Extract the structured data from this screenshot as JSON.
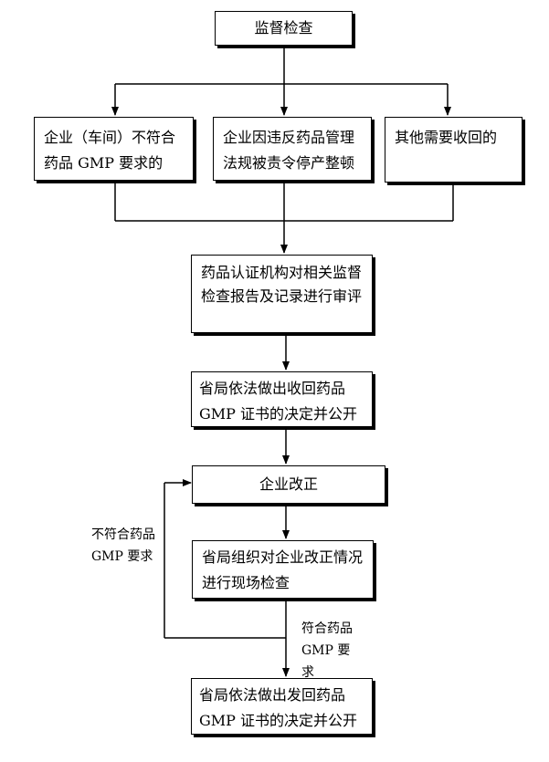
{
  "flowchart": {
    "nodes": {
      "supervision": "监督检查",
      "cond_gmp": "企业（车间）不符合药品 GMP 要求的",
      "cond_violation": "企业因违反药品管理法规被责令停产整顿",
      "cond_other": "其他需要收回的",
      "review": "药品认证机构对相关监督检查报告及记录进行审评",
      "revoke_decision": "省局依法做出收回药品 GMP 证书的决定并公开",
      "rectify": "企业改正",
      "onsite_check": "省局组织对企业改正情况进行现场检查",
      "return_decision": "省局依法做出发回药品 GMP 证书的决定并公开"
    },
    "edge_labels": {
      "fail": "不符合药品 GMP 要求",
      "pass": "符合药品 GMP 要求"
    }
  }
}
